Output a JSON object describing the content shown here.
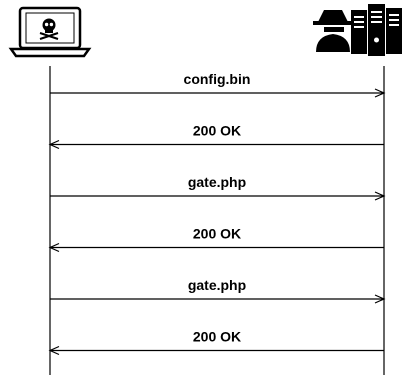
{
  "participants": [
    {
      "role": "client",
      "icon": "infected-laptop-icon"
    },
    {
      "role": "server",
      "icon": "attacker-server-icon"
    }
  ],
  "messages": [
    {
      "label": "config.bin",
      "direction": "right"
    },
    {
      "label": "200 OK",
      "direction": "left"
    },
    {
      "label": "gate.php",
      "direction": "right"
    },
    {
      "label": "200 OK",
      "direction": "left"
    },
    {
      "label": "gate.php",
      "direction": "right"
    },
    {
      "label": "200 OK",
      "direction": "left"
    }
  ]
}
